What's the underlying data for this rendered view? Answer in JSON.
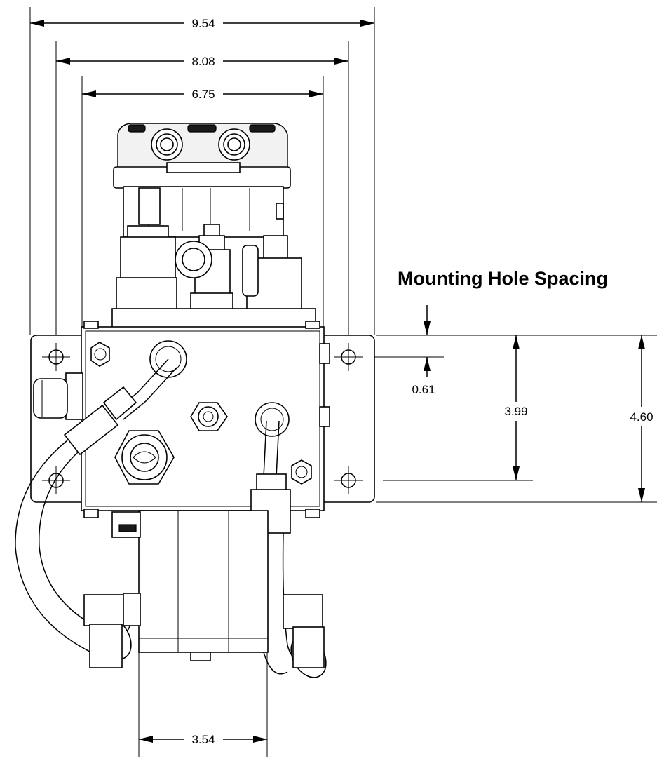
{
  "title": "Mounting Hole Spacing",
  "dimensions": {
    "overall_width": "9.54",
    "bracket_width": "8.08",
    "hole_spacing_width": "6.75",
    "top_hole_offset": "0.61",
    "hole_spacing_height": "3.99",
    "bracket_height": "4.60",
    "bottom_width": "3.54"
  }
}
